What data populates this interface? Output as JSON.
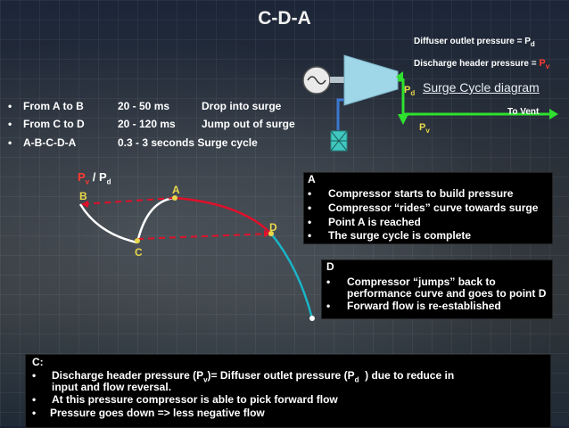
{
  "title": "C-D-A",
  "legend": {
    "diffuser_label": "Diffuser outlet pressure = ",
    "diffuser_sym": "P",
    "diffuser_sub": "d",
    "discharge_label": "Discharge header pressure  = ",
    "discharge_sym": "P",
    "discharge_sub": "v"
  },
  "compressor": {
    "pd_sym": "P",
    "pd_sub": "d",
    "pv_sym": "P",
    "pv_sub": "v",
    "vent_label": "To Vent",
    "surge_link": "Surge Cycle diagram"
  },
  "timings": [
    {
      "bullet": "•",
      "phase": "From A to B",
      "time": "20 - 50 ms",
      "event": "Drop into surge"
    },
    {
      "bullet": "•",
      "phase": "From C to D",
      "time": "20 - 120 ms",
      "event": "Jump out of surge"
    },
    {
      "bullet": "•",
      "phase": "A-B-C-D-A",
      "time": "0.3 - 3 seconds",
      "event": "Surge cycle"
    }
  ],
  "chart": {
    "ylabel_pv": "P",
    "ylabel_pv_sub": "v",
    "ylabel_sep": " / ",
    "ylabel_pd": "P",
    "ylabel_pd_sub": "d",
    "points": {
      "A": "A",
      "B": "B",
      "C": "C",
      "D": "D"
    }
  },
  "box_a": {
    "heading": "A",
    "items": [
      "Compressor starts to build pressure",
      "Compressor “rides” curve towards surge",
      "Point A is reached",
      "The surge cycle is complete"
    ]
  },
  "box_d": {
    "heading": "D",
    "items": [
      "Compressor “jumps” back to",
      "performance curve and goes to point D",
      "Forward flow is re-established"
    ]
  },
  "box_c": {
    "heading": "C:",
    "line1_pre": "Discharge header  pressure (P",
    "line1_sub1": "v",
    "line1_mid": ")= Diffuser outlet pressure (P",
    "line1_sub2": "d",
    "line1_post": "  ) due to reduce in",
    "line1_cont": "input and flow reversal.",
    "line2": "At this  pressure  compressor is able to pick forward flow",
    "line3": "Pressure goes down => less negative flow"
  },
  "colors": {
    "pipe_green": "#2fe02f",
    "curve_red": "#e0102a",
    "curve_white": "#ffffff",
    "curve_teal": "#19b5c8",
    "dashed_red": "#e0102a",
    "compressor_blue": "#9fd6e8",
    "valve_teal": "#40c8c0"
  }
}
